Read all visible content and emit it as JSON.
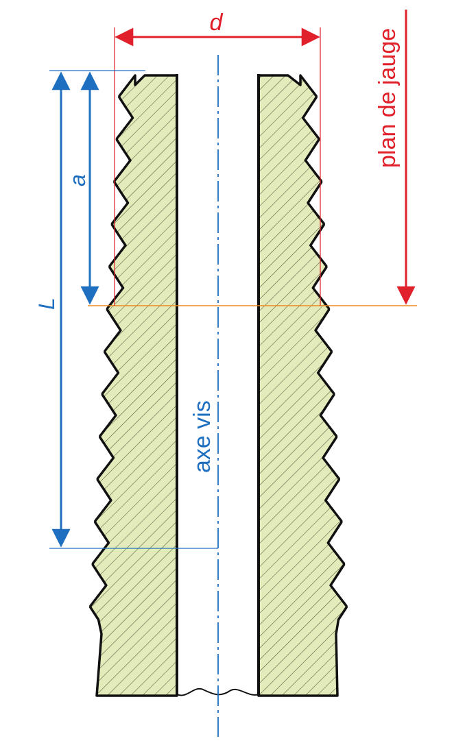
{
  "labels": {
    "d": "d",
    "a": "a",
    "L": "L",
    "plan_de_jauge": "plan de jauge",
    "axe_vis": "axe vis"
  },
  "colors": {
    "red": "#e0202a",
    "blue": "#1f6fc0",
    "fill": "#e3ebbb",
    "hatch": "#4d5a3a",
    "outline": "#111111",
    "orange": "#f08a1c"
  }
}
